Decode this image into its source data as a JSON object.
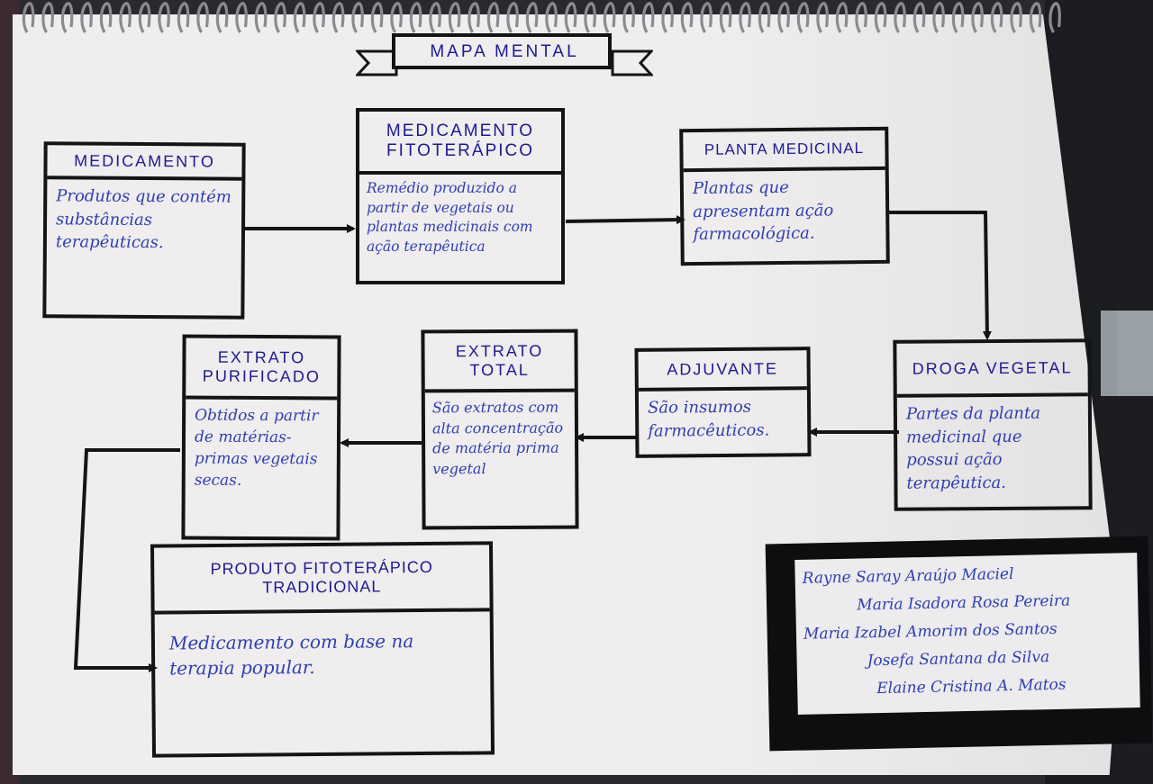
{
  "title": "MAPA MENTAL",
  "colors": {
    "ink_title": "#1e1a8f",
    "ink_body": "#2f3fb0",
    "border": "#141414",
    "paper": "#efedee"
  },
  "nodes": {
    "medicamento": {
      "title": "MEDICAMENTO",
      "body": "Produtos que contém substâncias terapêuticas."
    },
    "medicamento_fitoterapico": {
      "title": "MEDICAMENTO FITOTERÁPICO",
      "body": "Remédio produzido a partir de vegetais ou plantas medicinais com ação terapêutica"
    },
    "planta_medicinal": {
      "title": "PLANTA MEDICINAL",
      "body": "Plantas que apresentam ação farmacológica."
    },
    "droga_vegetal": {
      "title": "DROGA VEGETAL",
      "body": "Partes da planta medicinal que possui ação terapêutica."
    },
    "adjuvante": {
      "title": "ADJUVANTE",
      "body": "São insumos farmacêuticos."
    },
    "extrato_total": {
      "title": "EXTRATO TOTAL",
      "body": "São extratos com alta concentração de matéria prima vegetal"
    },
    "extrato_purificado": {
      "title": "EXTRATO PURIFICADO",
      "body": "Obtidos a partir de matérias-primas vegetais secas."
    },
    "produto_fitoterapico_tradicional": {
      "title": "PRODUTO FITOTERÁPICO TRADICIONAL",
      "body": "Medicamento com base na terapia popular."
    }
  },
  "authors": [
    "Rayne Saray Araújo Maciel",
    "Maria Isadora Rosa Pereira",
    "Maria Izabel Amorim dos Santos",
    "Josefa Santana da Silva",
    "Elaine Cristina A. Matos"
  ]
}
